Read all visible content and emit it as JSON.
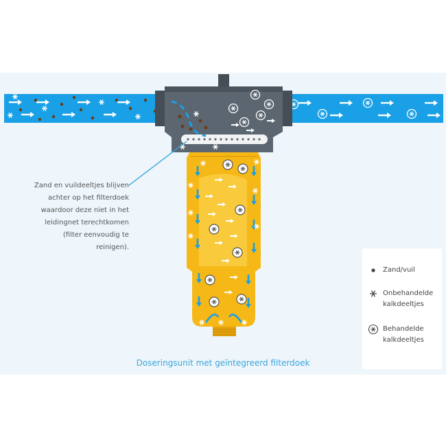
{
  "annotation": {
    "lines": [
      "Zand en vuildeeltjes blijven",
      "achter op het filterdoek",
      "waardoor deze niet in het",
      "leidingnet terechtkomen",
      "(filter eenvoudig te",
      "reinigen)."
    ]
  },
  "caption": "Doseringsunit met geïntegreerd filterdoek",
  "legend": {
    "items": [
      {
        "icon": "dot-icon",
        "lines": [
          "Zand/vuil"
        ]
      },
      {
        "icon": "snowflake-icon",
        "lines": [
          "Onbehandelde",
          "kalkdeeltjes"
        ]
      },
      {
        "icon": "circled-snowflake-icon",
        "lines": [
          "Behandelde",
          "kalkdeeltjes"
        ]
      }
    ]
  },
  "colors": {
    "pipe": "#1aa0e6",
    "housing": "#5c6671",
    "housing_dark": "#454d56",
    "bowl": "#f6b817",
    "bowl_light": "#fbd85a",
    "sand": "#6b3b12",
    "leader_line": "#3aa5dc",
    "panel": "#eef6fb"
  }
}
